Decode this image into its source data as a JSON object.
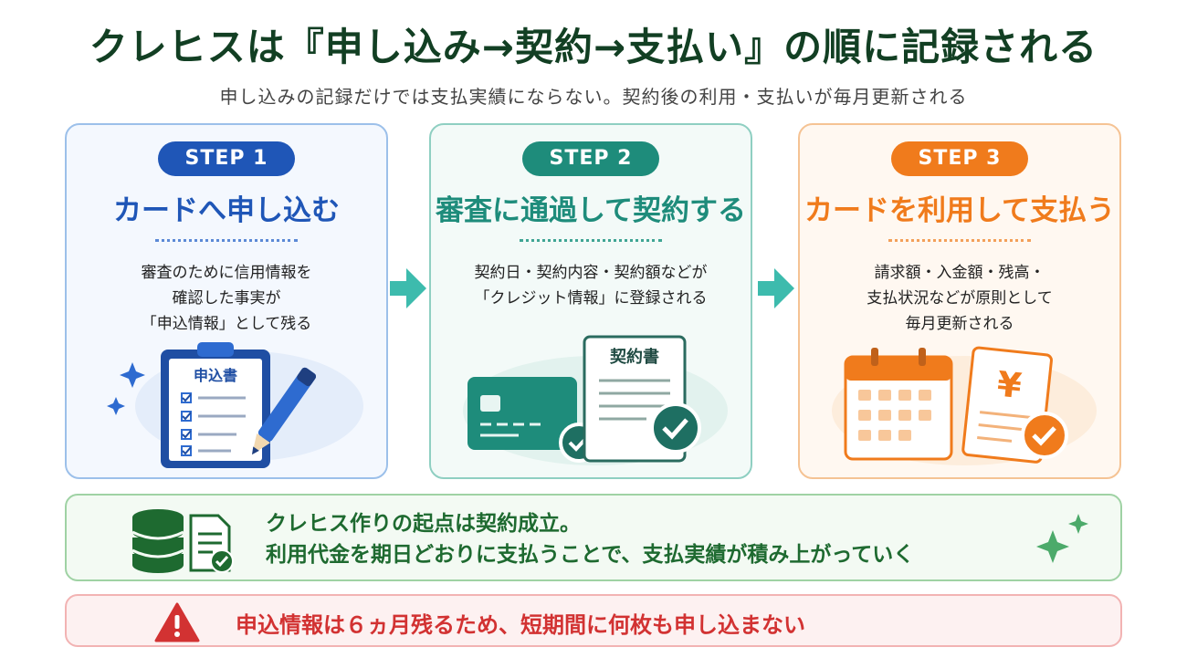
{
  "title": "クレヒスは『申し込み→契約→支払い』の順に記録される",
  "subtitle": "申し込みの記録だけでは支払実績にならない。契約後の利用・支払いが毎月更新される",
  "steps": [
    {
      "label": "STEP 1",
      "title": "カードへ申し込む",
      "desc": [
        "審査のために信用情報を",
        "確認した事実が",
        "「申込情報」として残る"
      ],
      "illus_text": "申込書",
      "color": "#1f56b7"
    },
    {
      "label": "STEP 2",
      "title": "審査に通過して契約する",
      "desc": [
        "契約日・契約内容・契約額などが",
        "「クレジット情報」に登録される"
      ],
      "illus_text": "契約書",
      "color": "#1e8c7b"
    },
    {
      "label": "STEP 3",
      "title": "カードを利用して支払う",
      "desc": [
        "請求額・入金額・残高・",
        "支払状況などが原則として",
        "毎月更新される"
      ],
      "illus_text": "¥",
      "color": "#f07b1c"
    }
  ],
  "banner": {
    "line1": "クレヒス作りの起点は契約成立。",
    "line2": "利用代金を期日どおりに支払うことで、支払実績が積み上がっていく",
    "color": "#1e6a30"
  },
  "warning": {
    "text": "申込情報は６ヵ月残るため、短期間に何枚も申し込まない",
    "color": "#d23232"
  }
}
